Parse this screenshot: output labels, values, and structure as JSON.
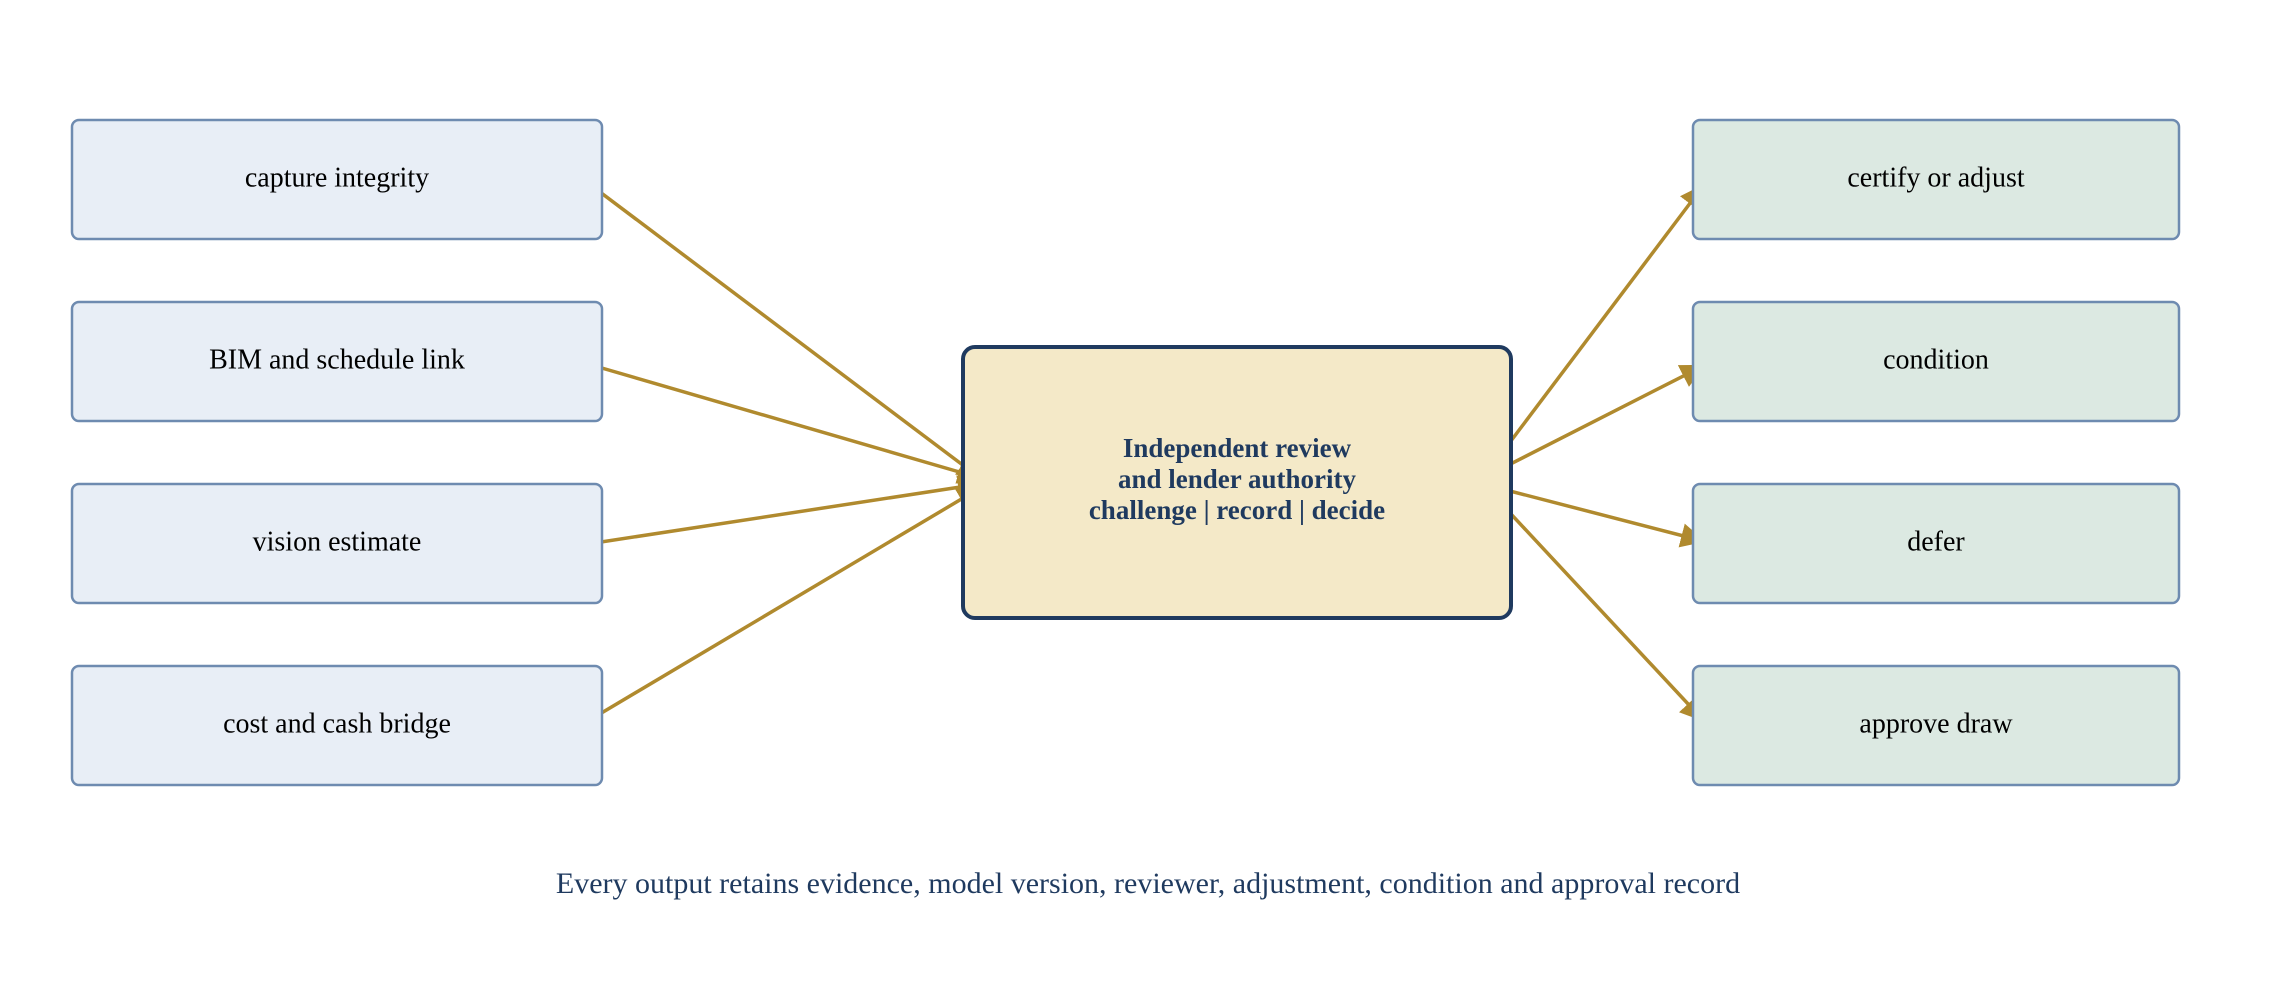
{
  "inputs": [
    {
      "label": "capture integrity"
    },
    {
      "label": "BIM and schedule link"
    },
    {
      "label": "vision estimate"
    },
    {
      "label": "cost and cash bridge"
    }
  ],
  "center": {
    "lines": [
      "Independent review",
      "and lender authority",
      "challenge | record | decide"
    ]
  },
  "outputs": [
    {
      "label": "certify or adjust"
    },
    {
      "label": "condition"
    },
    {
      "label": "defer"
    },
    {
      "label": "approve draw"
    }
  ],
  "caption": "Every output retains evidence, model version, reviewer, adjustment, condition and approval record",
  "colors": {
    "input_fill": "#e8eef6",
    "input_stroke": "#6e8bb0",
    "output_fill": "#dce9e2",
    "output_stroke": "#6e8bb0",
    "center_fill": "#f4e9c8",
    "center_stroke": "#1f3a5f",
    "center_text": "#1f3a5f",
    "arrow": "#b08a2e",
    "caption": "#1f3a5f",
    "text": "#000000"
  }
}
